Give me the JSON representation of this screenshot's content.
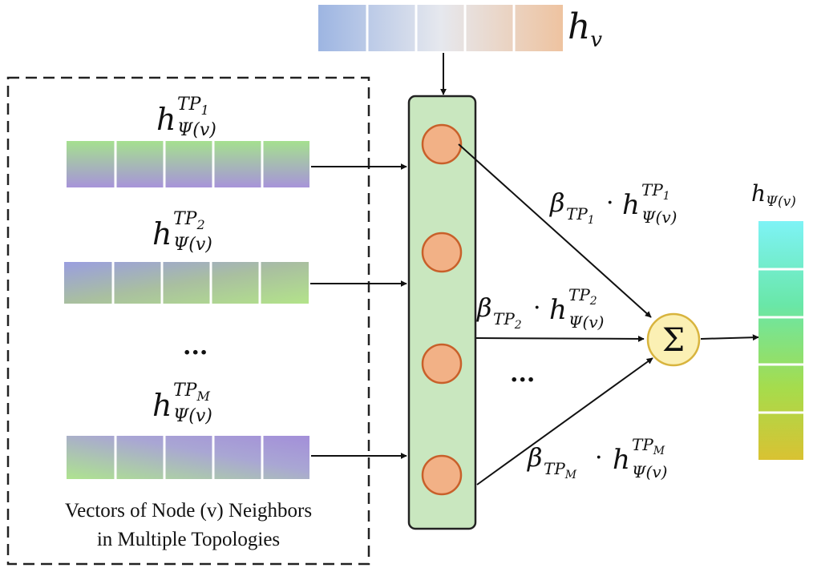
{
  "top_vector": {
    "label": "h",
    "subscript": "v"
  },
  "input_vectors": [
    {
      "base": "h",
      "sub": "Ψ(v)",
      "sup_main": "TP",
      "sup_sub": "1"
    },
    {
      "base": "h",
      "sub": "Ψ(v)",
      "sup_main": "TP",
      "sup_sub": "2"
    },
    {
      "base": "h",
      "sub": "Ψ(v)",
      "sup_main": "TP",
      "sup_sub": "M"
    }
  ],
  "ellipsis_left": "...",
  "ellipsis_mid": "...",
  "weights": [
    {
      "beta": "β",
      "beta_sub_main": "TP",
      "beta_sub_sub": "1",
      "dot": "·",
      "base": "h",
      "sub": "Ψ(v)",
      "sup_main": "TP",
      "sup_sub": "1"
    },
    {
      "beta": "β",
      "beta_sub_main": "TP",
      "beta_sub_sub": "2",
      "dot": "·",
      "base": "h",
      "sub": "Ψ(v)",
      "sup_main": "TP",
      "sup_sub": "2"
    },
    {
      "beta": "β",
      "beta_sub_main": "TP",
      "beta_sub_sub": "M",
      "dot": "·",
      "base": "h",
      "sub": "Ψ(v)",
      "sup_main": "TP",
      "sup_sub": "M"
    }
  ],
  "sum_symbol": "Σ",
  "output_vector": {
    "base": "h",
    "sub": "Ψ(v)"
  },
  "caption_line1": "Vectors of Node (v) Neighbors",
  "caption_line2": "in Multiple Topologies",
  "colors": {
    "attention_column": "#c9e7bf",
    "node_fill": "#f2b186",
    "node_stroke": "#c8602a",
    "sum_fill": "#fbf0b4",
    "sum_stroke": "#d8b43e"
  }
}
